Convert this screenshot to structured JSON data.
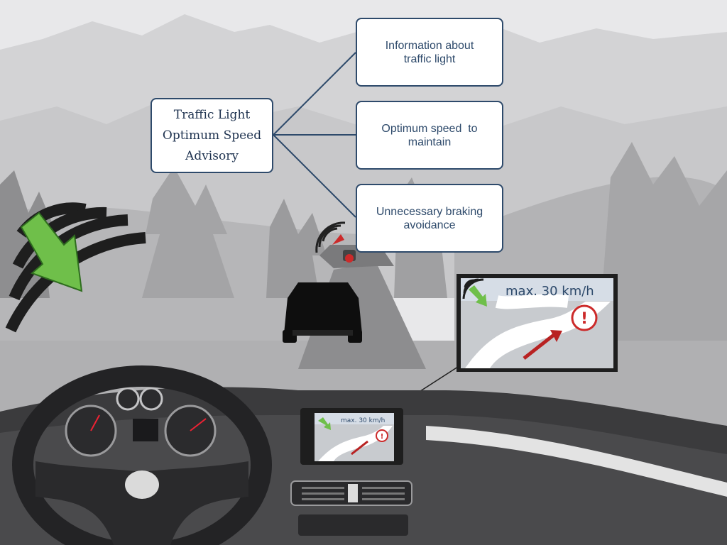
{
  "diagram": {
    "root": {
      "lines": [
        "Traffic Light",
        "Optimum Speed",
        "Advisory"
      ]
    },
    "children": [
      {
        "lines": [
          "Information about",
          "traffic light"
        ]
      },
      {
        "lines": [
          "Optimum speed  to",
          "maintain"
        ]
      },
      {
        "lines": [
          "Unnecessary braking",
          "avoidance"
        ]
      }
    ]
  },
  "display": {
    "speed_large": "max. 30 km/h",
    "speed_small": "max. 30 km/h",
    "alert_symbol": "!"
  },
  "colors": {
    "accent_box_border": "#2e4a6b",
    "box_text": "#2e4a6b",
    "signal_green": "#6fbf4a",
    "alert_red": "#cc2a2a",
    "dashboard_dark": "#3b3b3d"
  },
  "icons": [
    "wireless-signal-icon",
    "signal-arrow-icon",
    "alert-icon",
    "steering-wheel-icon",
    "car-silhouette-icon"
  ]
}
